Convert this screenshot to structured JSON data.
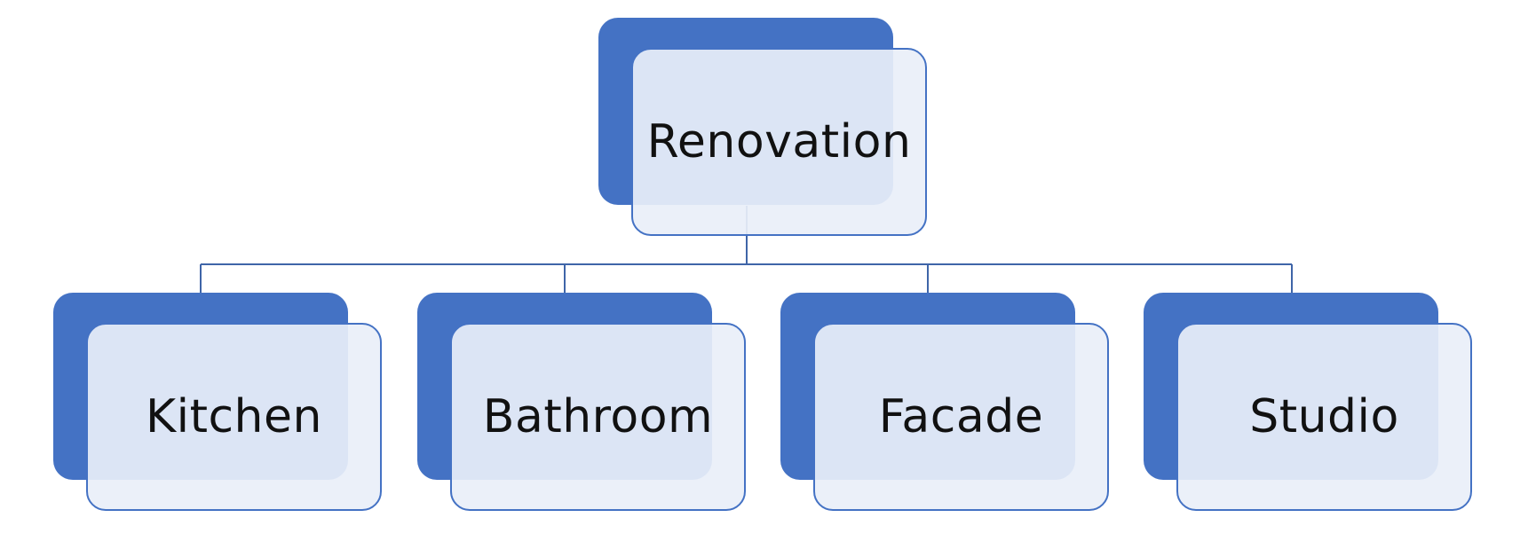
{
  "diagram": {
    "root": {
      "label": "Renovation"
    },
    "children": [
      {
        "label": "Kitchen"
      },
      {
        "label": "Bathroom"
      },
      {
        "label": "Facade"
      },
      {
        "label": "Studio"
      }
    ]
  },
  "colors": {
    "box_fill": "#4472c4",
    "overlay_fill": "#e9eff8",
    "connector": "#3f65a8",
    "text": "#111111"
  }
}
